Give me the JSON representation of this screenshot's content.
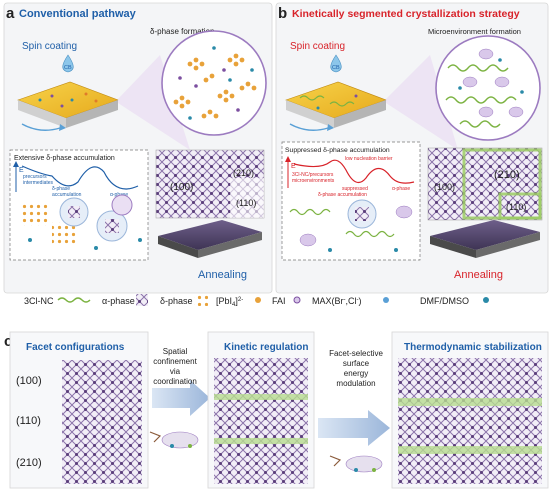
{
  "panel_a": {
    "letter": "a",
    "title": "Conventional pathway",
    "spin_label": "Spin coating",
    "solvent_label": "CB",
    "phase_formation": "δ-phase formation",
    "energy_title": "Extensive δ-phase accumulation",
    "energy_axis": "E",
    "energy_labels": [
      "precursors",
      "intermediates",
      "δ-phase",
      "accumulation",
      "α-phase"
    ],
    "facets": [
      "(100)",
      "(210)",
      "(110)"
    ],
    "annealing": "Annealing"
  },
  "panel_b": {
    "letter": "b",
    "title": "Kinetically segmented crystallization strategy",
    "spin_label": "Spin coating",
    "solvent_label": "CB",
    "phase_formation": "Microenvironment formation",
    "energy_title": "Suppressed δ-phase accumulation",
    "energy_axis": "E",
    "barrier_label": "low nucleation barrier",
    "energy_labels": [
      "3Cl-NC/precursors",
      "microenvironments",
      "suppressed",
      "δ-phase accumulation",
      "α-phase"
    ],
    "facets": [
      "(100)",
      "(210)",
      "(110)"
    ],
    "annealing": "Annealing"
  },
  "legend": {
    "items": [
      "3Cl-NC",
      "α-phase",
      "δ-phase",
      "[PbI",
      "]",
      "FAI",
      "MAX(Br",
      ",Cl",
      ")",
      "DMF/DMSO"
    ],
    "sub4": "4",
    "sup2": "2-",
    "supminus": "-"
  },
  "panel_c": {
    "letter": "c",
    "facet_title": "Facet configurations",
    "facets": [
      "(100)",
      "(110)",
      "(210)"
    ],
    "arrow1_text": [
      "Spatial",
      "confinement",
      "via",
      "coordination"
    ],
    "kinetic_title": "Kinetic regulation",
    "arrow2_text": [
      "Facet-selective",
      "surface",
      "energy",
      "modulation"
    ],
    "thermo_title": "Thermodynamic stabilization"
  },
  "colors": {
    "blue_title": "#1f5fa8",
    "red_title": "#d8232a",
    "alpha_purple": "#6b4f8a",
    "delta_orange": "#e8a23a",
    "green_chain": "#7cb342",
    "panel_border": "#cfcfcf"
  }
}
